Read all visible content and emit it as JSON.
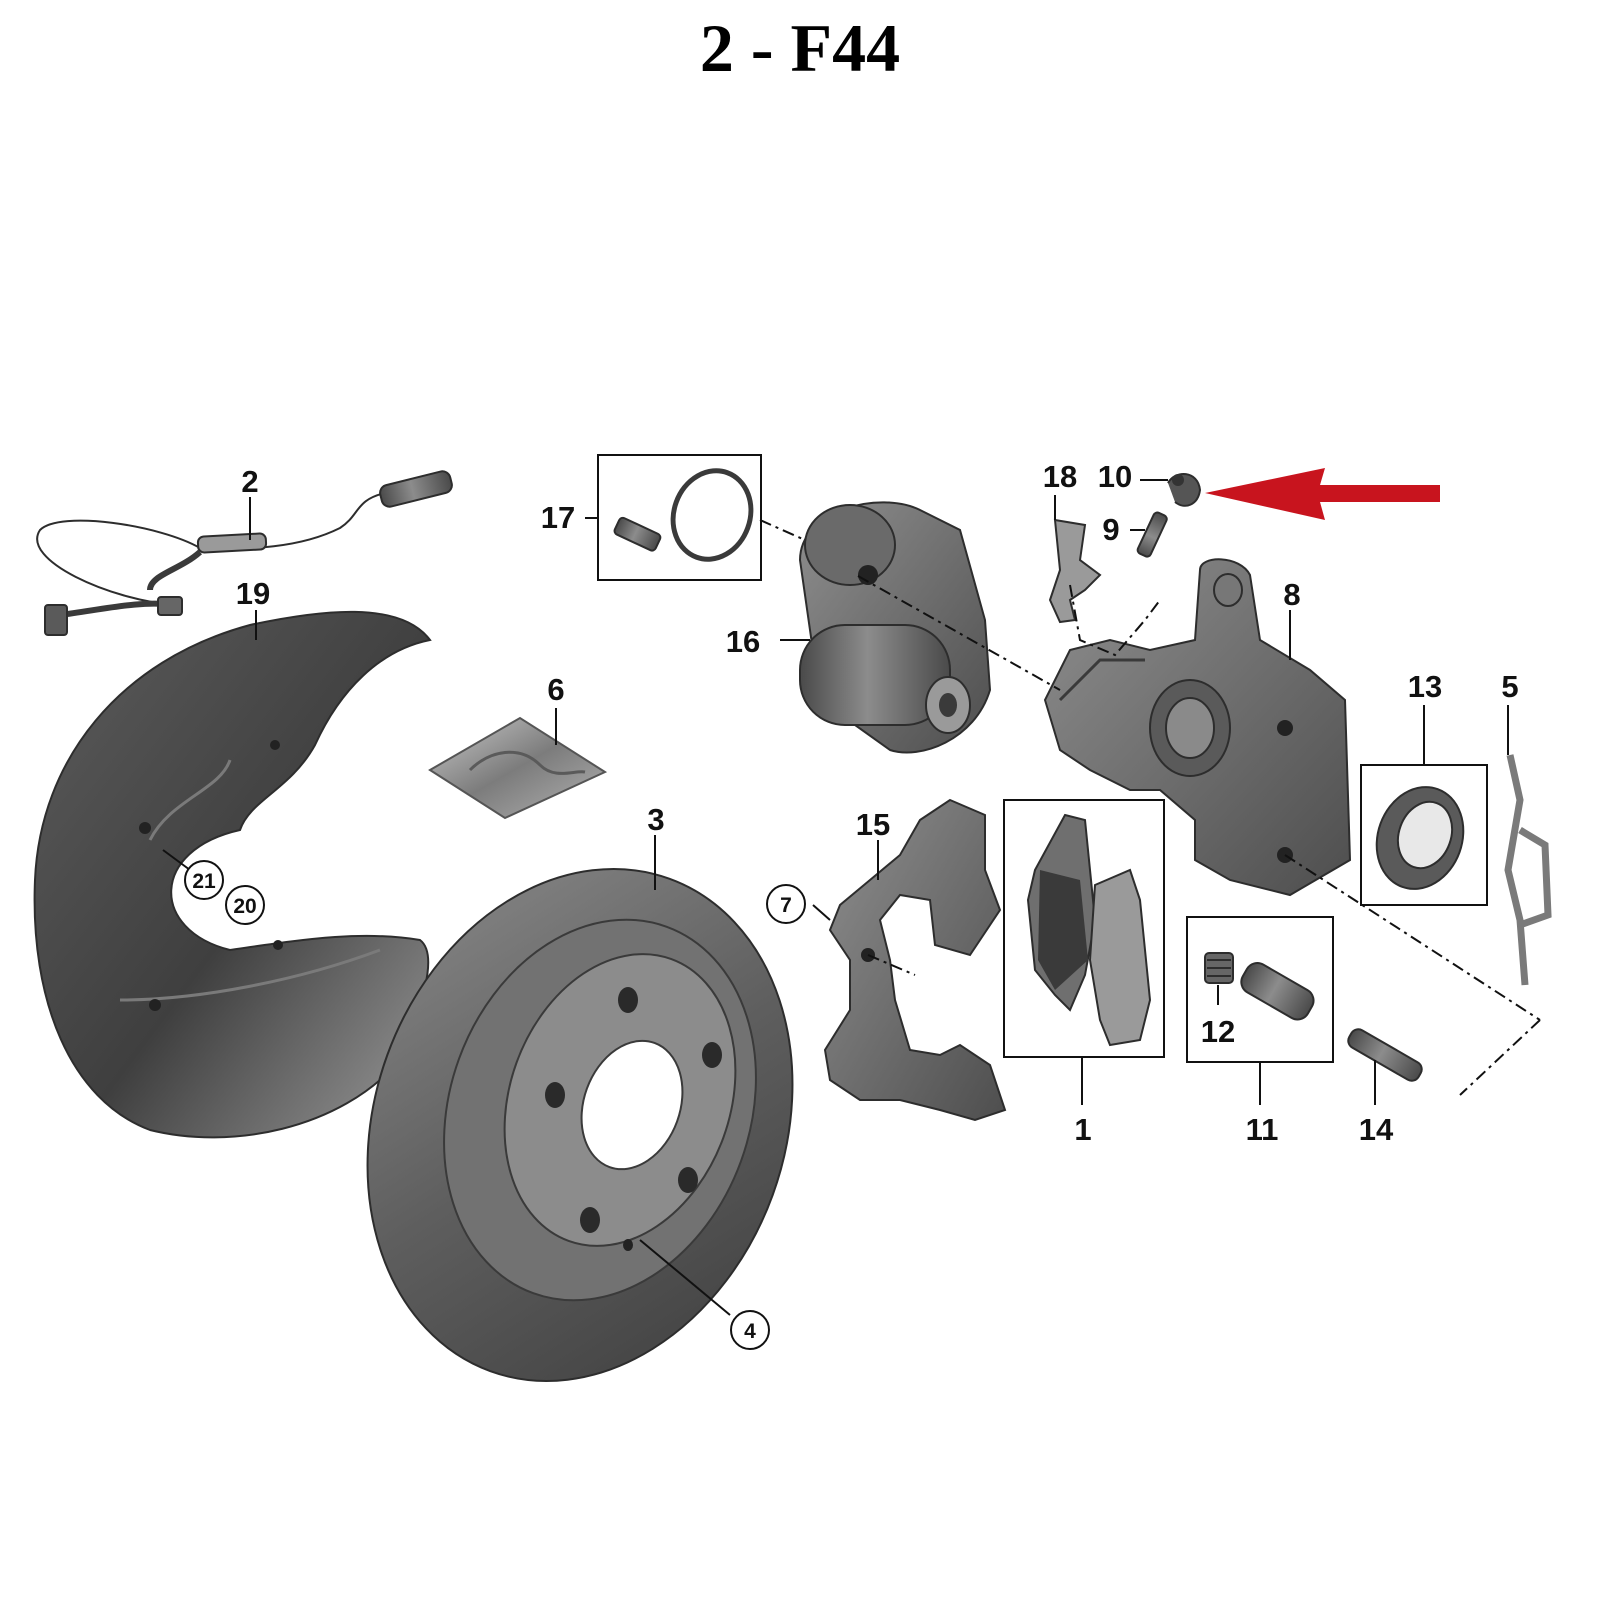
{
  "title": "2 - F44",
  "colors": {
    "metal_dark": "#4a4a4a",
    "metal_mid": "#6f6f6f",
    "metal_light": "#a6a6a6",
    "arrow": "#c8141e"
  },
  "callouts": [
    {
      "id": "1",
      "part": "brake-pad-set"
    },
    {
      "id": "2",
      "part": "wear-sensor-cable"
    },
    {
      "id": "3",
      "part": "brake-disc"
    },
    {
      "id": "4",
      "part": "disc-screw",
      "circled": true
    },
    {
      "id": "5",
      "part": "spring-clip"
    },
    {
      "id": "6",
      "part": "grease-sachet"
    },
    {
      "id": "7",
      "part": "carrier-bolt",
      "circled": true
    },
    {
      "id": "8",
      "part": "brake-caliper"
    },
    {
      "id": "9",
      "part": "bleeder-screw"
    },
    {
      "id": "10",
      "part": "bleeder-cap"
    },
    {
      "id": "11",
      "part": "guide-bolt-kit"
    },
    {
      "id": "12",
      "part": "guide-bolt"
    },
    {
      "id": "13",
      "part": "piston-seal"
    },
    {
      "id": "14",
      "part": "guide-pin"
    },
    {
      "id": "15",
      "part": "caliper-carrier"
    },
    {
      "id": "16",
      "part": "parking-brake-actuator"
    },
    {
      "id": "17",
      "part": "actuator-bolt-and-o-ring"
    },
    {
      "id": "18",
      "part": "bracket"
    },
    {
      "id": "19",
      "part": "protection-plate"
    },
    {
      "id": "20",
      "part": "hex-bolt",
      "circled": true
    },
    {
      "id": "21",
      "part": "screw",
      "circled": true
    }
  ]
}
